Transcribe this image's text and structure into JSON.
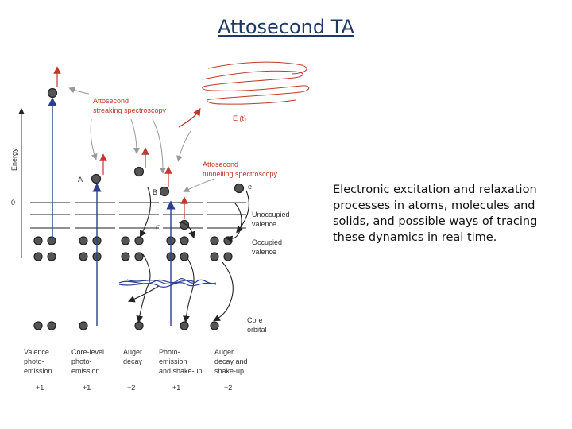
{
  "title": "Attosecond TA",
  "description": "Electronic excitation and relaxation processes in atoms, molecules and solids, and possible ways of tracing these dynamics in real time.",
  "diagram": {
    "axis_energy": "Energy",
    "axis_zero": "0",
    "streaking_1": "Attosecond",
    "streaking_2": "streaking spectroscopy",
    "field_label": "E (t)",
    "tunnelling_1": "Attosecond",
    "tunnelling_2": "tunnelling spectroscopy",
    "electron": "e",
    "label_a": "A",
    "label_b": "B",
    "label_c": "C",
    "unocc_1": "Unoccupied",
    "unocc_2": "valence",
    "occ_1": "Occupied",
    "occ_2": "valence",
    "core_1": "Core",
    "core_2": "orbital",
    "columns": [
      {
        "l1": "Valence",
        "l2": "photo-",
        "l3": "emission",
        "charge": "+1"
      },
      {
        "l1": "Core-level",
        "l2": "photo-",
        "l3": "emission",
        "charge": "+1"
      },
      {
        "l1": "Auger",
        "l2": "decay",
        "l3": "",
        "charge": "+2"
      },
      {
        "l1": "Photo-",
        "l2": "emission",
        "l3": "and shake-up",
        "charge": "+1"
      },
      {
        "l1": "Auger",
        "l2": "decay and",
        "l3": "shake-up",
        "charge": "+2"
      }
    ],
    "colors": {
      "blue": "#2c3e8f",
      "red": "#c0392b",
      "grey": "#999999"
    }
  }
}
